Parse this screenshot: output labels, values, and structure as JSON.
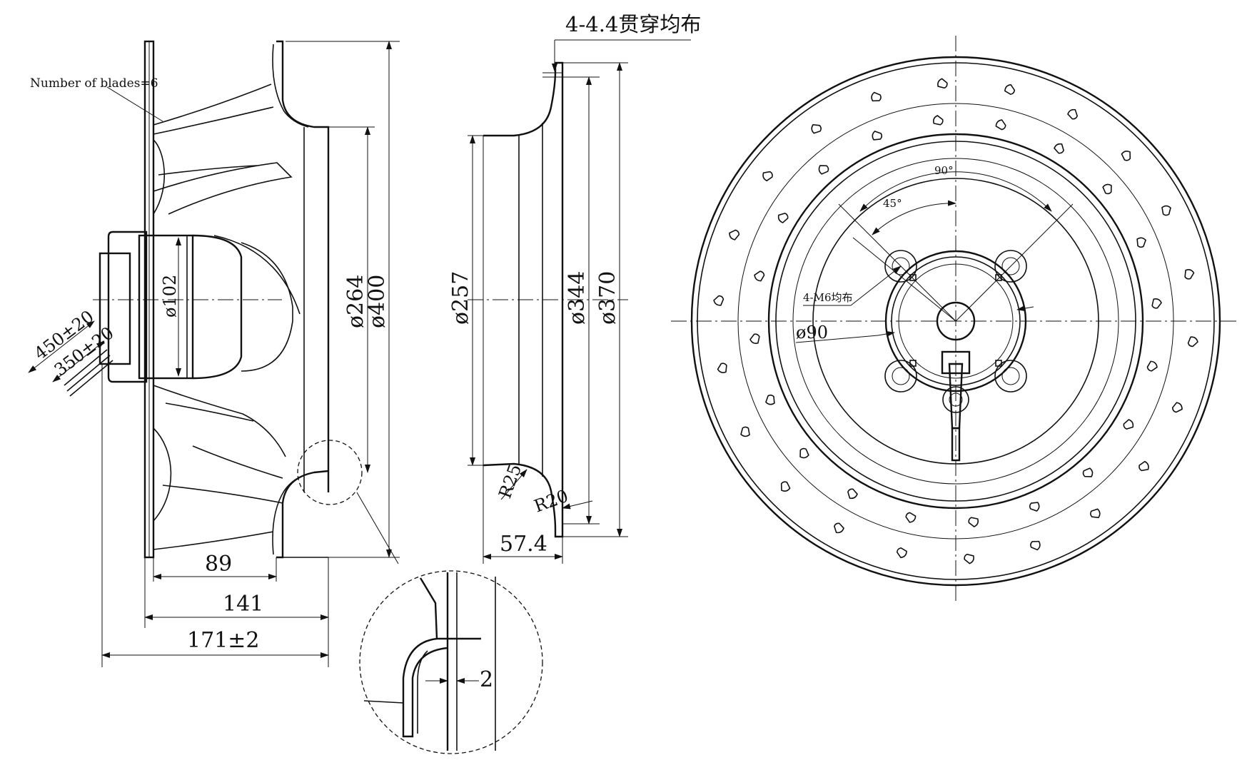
{
  "side_view": {
    "blade_note": "Number of blades=6",
    "diameters": {
      "hub": "ø102",
      "inlet": "ø264",
      "outer": "ø400"
    },
    "cable_lengths": {
      "long": "450±20",
      "short": "350±20"
    },
    "lengths": {
      "blade_span": "89",
      "motor_to_rim": "141",
      "overall": "171±2"
    },
    "detail_gap": "2"
  },
  "inlet_ring": {
    "holes_note": "4-4.4贯穿均布",
    "diameters": {
      "throat": "ø257",
      "flange_inner": "ø344",
      "flange_outer": "ø370"
    },
    "radii": {
      "upper": "R25",
      "lower": "R20"
    },
    "depth": "57.4"
  },
  "front_view": {
    "angle_outer": "90°",
    "angle_inner": "45°",
    "thread_note": "4-M6均布",
    "bolt_circle": "ø90"
  },
  "colors": {
    "line": "#111111",
    "background": "#ffffff"
  }
}
